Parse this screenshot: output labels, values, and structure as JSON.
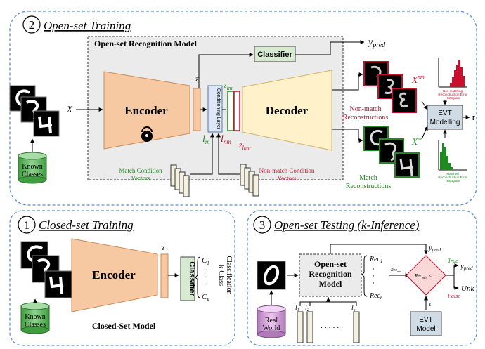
{
  "colors": {
    "panel_border": "#5b8fd6",
    "encoder_fill": "#f6c9a2",
    "decoder_fill": "#fff1c9",
    "classifier_fill": "#d5ead0",
    "match_green": "#1f8a1f",
    "nonmatch_red": "#c8102e",
    "evt_fill": "#cfdbe5"
  },
  "panel2": {
    "number": "2",
    "title": "Open-set Training",
    "model_title": "Open-set Recognition Model",
    "classifier": "Classifier",
    "y_pred": "y",
    "y_pred_sub": "pred",
    "x_label": "X",
    "encoder": "Encoder",
    "decoder": "Decoder",
    "z": "z",
    "cond_layer": "Conditioning Layer",
    "z_lm": "z",
    "z_lm_sub": "lm",
    "z_lnm": "z",
    "z_lnm_sub": "lnm",
    "l_m": "l",
    "l_m_sub": "m",
    "l_nm": "l",
    "l_nm_sub": "nm",
    "known_classes_1": "Known",
    "known_classes_2": "Classes",
    "match_vectors_1": "Match Condition",
    "match_vectors_2": "Vectors",
    "nonmatch_vectors_1": "Non-match Condition",
    "nonmatch_vectors_2": "Vectors",
    "x_nm": "X",
    "x_nm_sup": "nm",
    "x_m": "X",
    "x_m_sup": "m",
    "nonmatch_recon_1": "Non-match",
    "nonmatch_recon_2": "Reconstructions",
    "match_recon_1": "Match",
    "match_recon_2": "Reconstructions",
    "evt_1": "EVT",
    "evt_2": "Modelling",
    "tau": "τ",
    "hist_nm_1": "Non-matching",
    "hist_nm_2": "Reconstruction Error",
    "hist_nm_3": "Histogram",
    "hist_m_1": "Matched",
    "hist_m_2": "Reconstruction Error",
    "hist_m_3": "Histogram"
  },
  "panel1": {
    "number": "1",
    "title": "Closed-set Training",
    "encoder": "Encoder",
    "z": "z",
    "classifier": "Classifier",
    "c1": "C",
    "c1_sub": "1",
    "ck": "C",
    "ck_sub": "k",
    "kclass_1": "k-Class",
    "kclass_2": "Classification",
    "known_classes_1": "Known",
    "known_classes_2": "Classes",
    "model_label": "Closed-Set Model"
  },
  "panel3": {
    "number": "3",
    "title": "Open-set Testing (k-Inference)",
    "model_1": "Open-set",
    "model_2": "Recognition",
    "model_3": "Model",
    "real_world_1": "Real",
    "real_world_2": "World",
    "rec": "Rec",
    "rec1_sub": "1",
    "reck_sub": "k",
    "rec_min": "Rec",
    "rec_min_sub": "min",
    "decision": "Rec",
    "decision_sub": "min",
    "decision_tail": " < τ",
    "y_pred": "y",
    "y_pred_sub": "pred",
    "true_label": "True",
    "false_label": "False",
    "unk": "Unk",
    "evt_1": "EVT",
    "evt_2": "Model",
    "tau": "τ",
    "l1": "l",
    "l1_sub": "1",
    "l2": "l",
    "l2_sub": "2",
    "lk": "l",
    "lk_sub": "k",
    "dots": "· · · · · ·"
  }
}
